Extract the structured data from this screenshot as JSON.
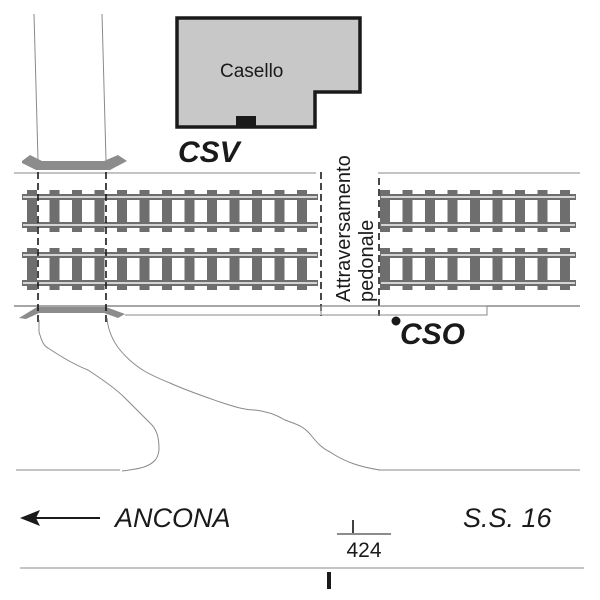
{
  "diagram": {
    "type": "railway-level-crossing-schematic",
    "colors": {
      "building_fill": "#c8c8c8",
      "building_stroke": "#1a1a1a",
      "track_gray": "#6e6e6e",
      "rail_light": "#d4d4d4",
      "line_gray": "#8a8a8a",
      "text": "#1a1a1a"
    },
    "building": {
      "label": "Casello",
      "code": "CSV"
    },
    "pedestrian_crossing": {
      "line1": "Attraversamento",
      "line2": "pedonale"
    },
    "signal_point": {
      "code": "CSO"
    },
    "road": {
      "direction_label": "ANCONA",
      "direction_arrow": "left-arrow-icon",
      "name": "S.S. 16",
      "km_marker": {
        "numerator": "I",
        "denominator": "424"
      }
    },
    "tracks": {
      "count": 2
    }
  }
}
